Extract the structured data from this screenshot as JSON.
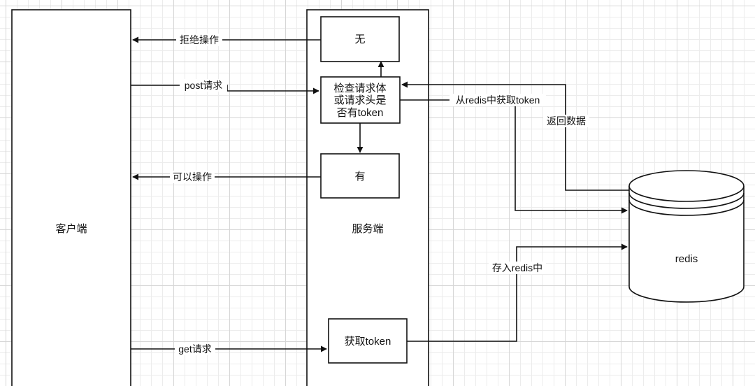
{
  "nodes": {
    "client": "客户端",
    "server": "服务端",
    "none": "无",
    "check": [
      "检查请求体",
      "或请求头是",
      "否有token"
    ],
    "has": "有",
    "get_token": "获取token",
    "redis": "redis"
  },
  "edges": {
    "reject": "拒绝操作",
    "post": "post请求",
    "fetch_redis": "从redis中获取token",
    "return_data": "返回数据",
    "allow": "可以操作",
    "store": "存入redis中",
    "get": "get请求"
  },
  "colors": {
    "line": "#111111",
    "grid_major": "#d6d6d6",
    "grid_minor": "#ececec"
  }
}
